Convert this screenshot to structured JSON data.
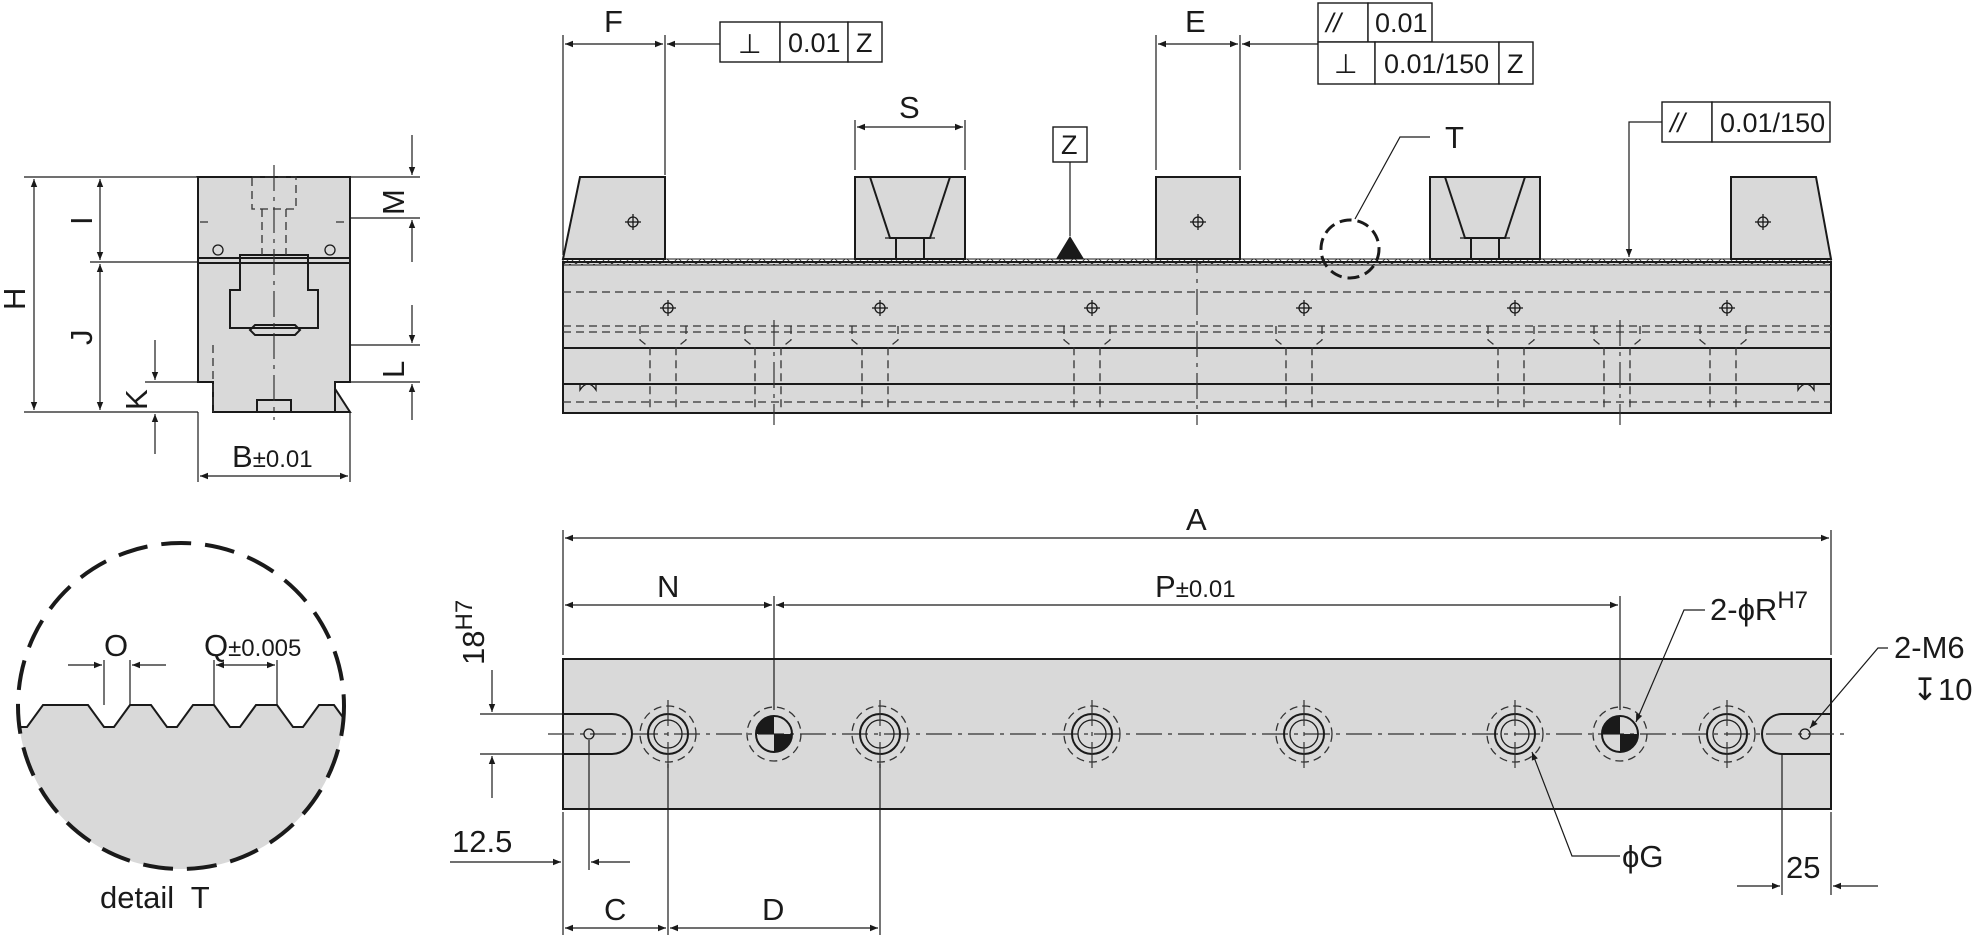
{
  "side_view": {
    "H": "H",
    "I": "I",
    "J": "J",
    "K": "K",
    "M": "M",
    "L": "L",
    "B": "B",
    "B_tol": "±0.01"
  },
  "front_view": {
    "F": "F",
    "S": "S",
    "E": "E",
    "Z": "Z",
    "T": "T",
    "tol_perp_1": {
      "symbol": "⊥",
      "value": "0.01",
      "datum": "Z"
    },
    "tol_parallel_1": {
      "symbol": "//",
      "value": "0.01"
    },
    "tol_perp_2": {
      "symbol": "⊥",
      "value": "0.01/150",
      "datum": "Z"
    },
    "tol_parallel_2": {
      "symbol": "//",
      "value": "0.01/150"
    }
  },
  "detail": {
    "O": "O",
    "Q": "Q",
    "Q_tol": "±0.005",
    "label": "detail  T"
  },
  "top_view": {
    "A": "A",
    "N": "N",
    "P": "P",
    "P_tol": "±0.01",
    "dim_18": "18",
    "dim_18_sup": "H7",
    "R_prefix": "2-ϕR",
    "R_sup": "H7",
    "M6": "2-M6",
    "M6_depth": "↧10",
    "G": "ϕG",
    "dim_12_5": "12.5",
    "C": "C",
    "D": "D",
    "dim_25": "25"
  }
}
